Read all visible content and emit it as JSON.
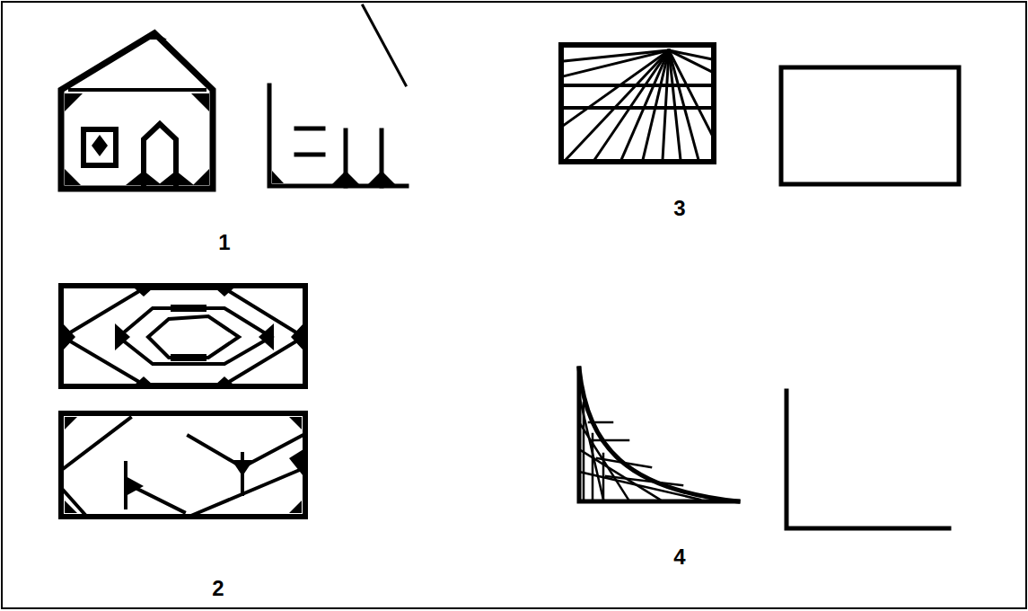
{
  "diagram": {
    "labels": [
      "1",
      "3",
      "2",
      "4"
    ]
  }
}
